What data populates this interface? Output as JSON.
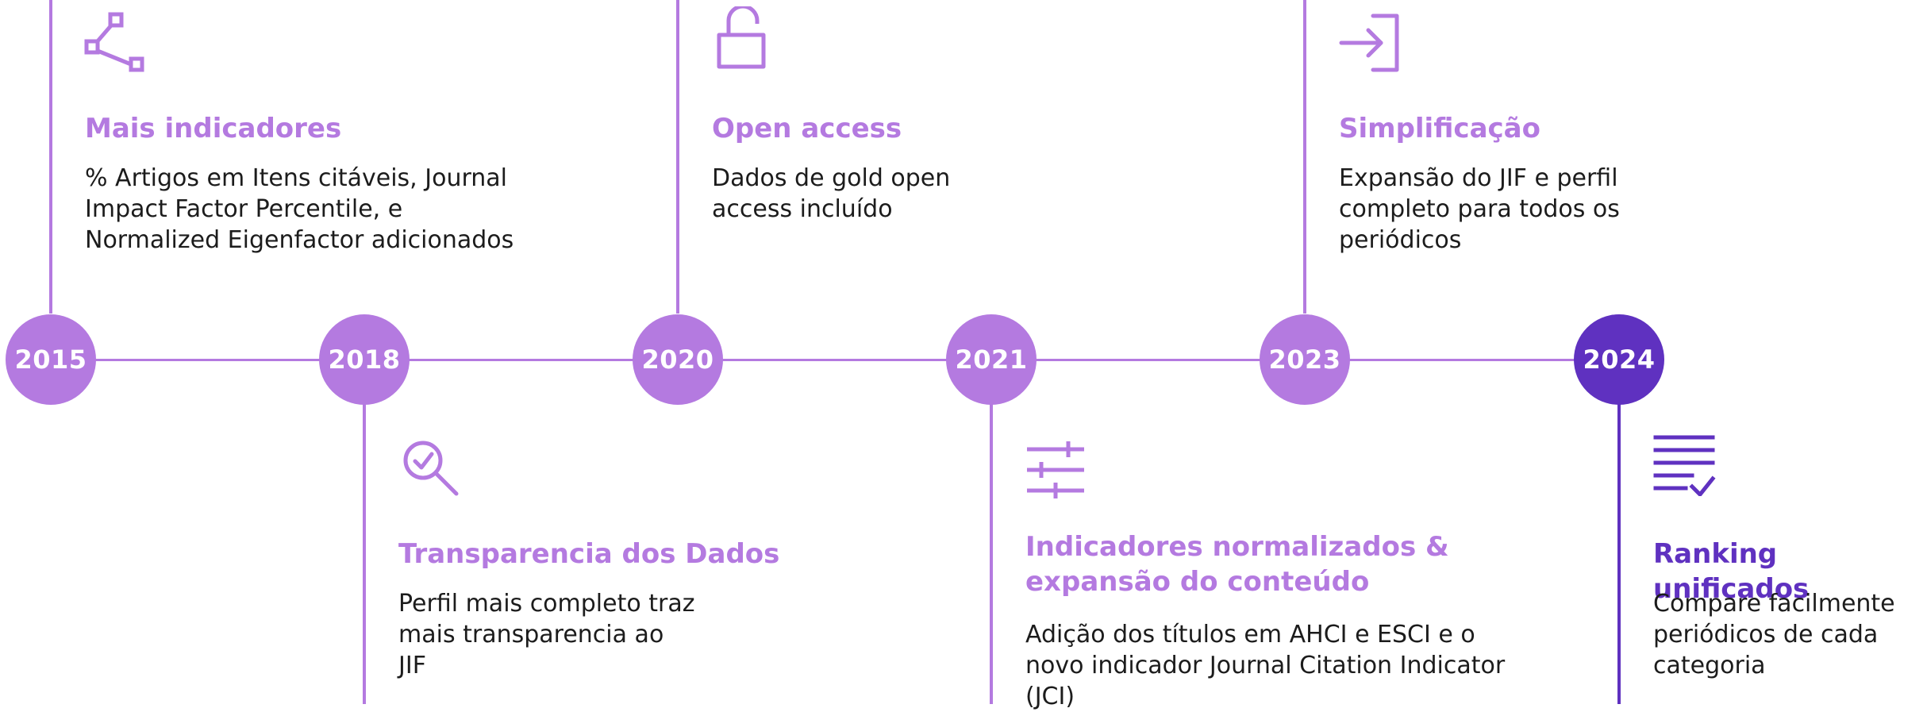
{
  "colors": {
    "accent_light": "#b47ae0",
    "accent_dark": "#5f31c0",
    "text": "#1c1c1c"
  },
  "milestones": [
    {
      "year": "2015",
      "icon": "network-share-icon",
      "title": "Mais indicadores",
      "description": "% Artigos em Itens citáveis, Journal\nImpact Factor Percentile, e\nNormalized Eigenfactor adicionados"
    },
    {
      "year": "2018",
      "icon": "magnify-check-icon",
      "title": "Transparencia dos Dados",
      "description": "Perfil mais completo traz\nmais  transparencia ao\nJIF"
    },
    {
      "year": "2020",
      "icon": "unlocked-padlock-icon",
      "title": "Open access",
      "description": "Dados de gold open\naccess incluído"
    },
    {
      "year": "2021",
      "icon": "sliders-icon",
      "title": "Indicadores normalizados &\nexpansão do conteúdo",
      "description": "Adição dos títulos  em AHCI e ESCI e o\nnovo indicador Journal Citation Indicator\n(JCI)"
    },
    {
      "year": "2023",
      "icon": "sign-in-arrow-icon",
      "title": "Simplificação",
      "description": "Expansão do JIF e perfil\ncompleto para todos os\nperiódicos"
    },
    {
      "year": "2024",
      "icon": "checklist-icon",
      "title": "Ranking unificados",
      "description": "Compare facilmente\nperiódicos de cada\ncategoria"
    }
  ]
}
